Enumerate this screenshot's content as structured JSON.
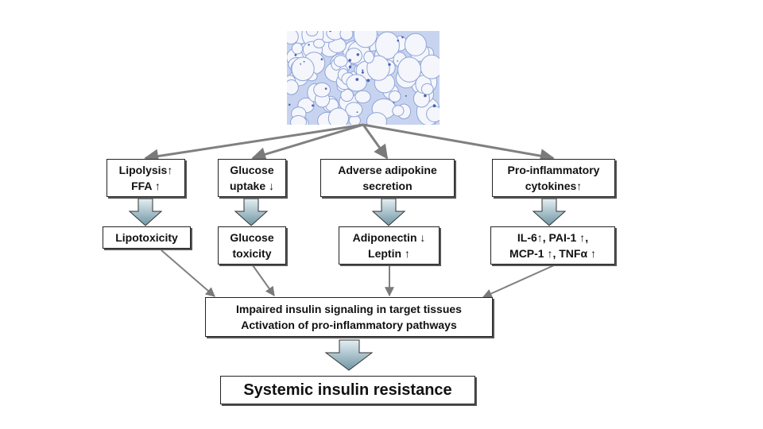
{
  "top_row": [
    {
      "id": "lipolysis",
      "lines": [
        "Lipolysis↑",
        "FFA ↑"
      ]
    },
    {
      "id": "glucose-uptake",
      "lines": [
        "Glucose",
        "uptake ↓"
      ]
    },
    {
      "id": "adipokine",
      "lines": [
        "Adverse adipokine",
        "secretion"
      ]
    },
    {
      "id": "cytokines",
      "lines": [
        "Pro-inflammatory",
        "cytokines↑"
      ]
    }
  ],
  "second_row": [
    {
      "id": "lipotoxicity",
      "lines": [
        "Lipotoxicity"
      ]
    },
    {
      "id": "glucose-toxicity",
      "lines": [
        "Glucose",
        "toxicity"
      ]
    },
    {
      "id": "adiponectin",
      "lines": [
        "Adiponectin ↓",
        "Leptin ↑"
      ]
    },
    {
      "id": "il6",
      "lines": [
        "IL-6↑, PAI-1 ↑,",
        "MCP-1 ↑, TNFα ↑"
      ]
    }
  ],
  "center": {
    "lines": [
      "Impaired insulin signaling in target tissues",
      "Activation of pro-inflammatory pathways"
    ]
  },
  "final": {
    "label": "Systemic insulin resistance"
  },
  "colors": {
    "arrow": "#808080",
    "tissue_bg": "#c8d4ef",
    "block_arrow_top": "#e4eef2",
    "block_arrow_bottom": "#6f96a4"
  }
}
